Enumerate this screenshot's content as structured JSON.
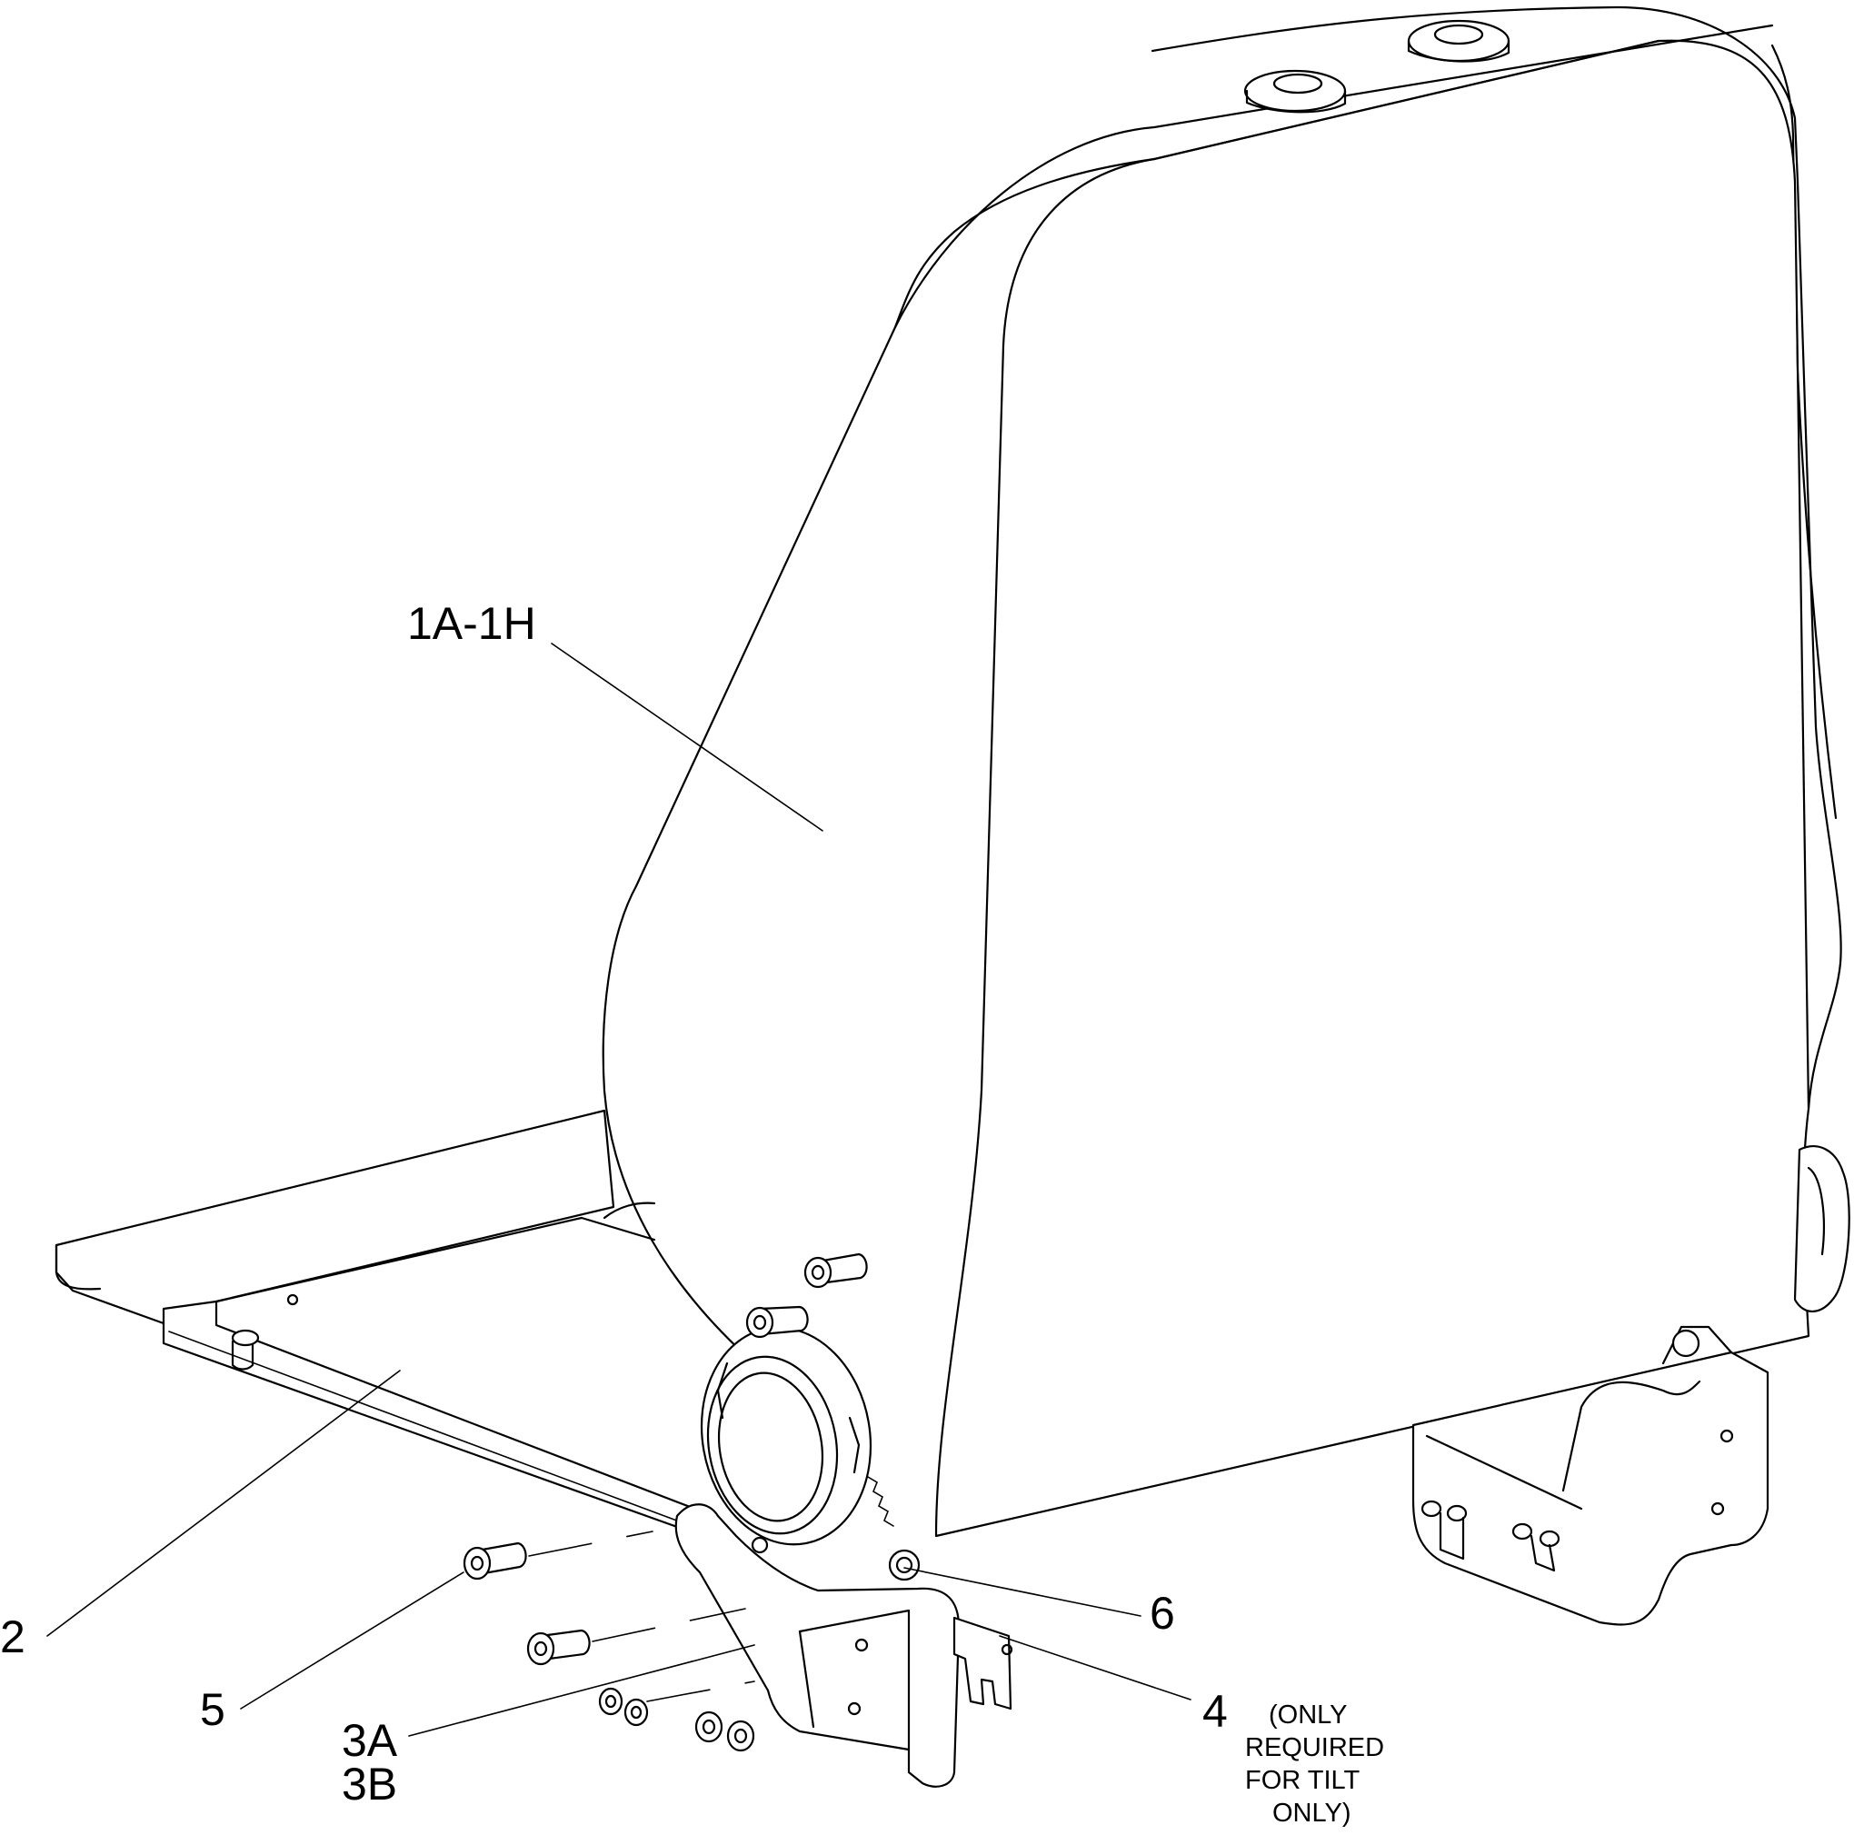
{
  "callouts": {
    "c1": "1A-1H",
    "c2": "2",
    "c3a": "3A",
    "c3b": "3B",
    "c4": "4",
    "c5": "5",
    "c6": "6"
  },
  "note4": {
    "line1": "(ONLY",
    "line2": "REQUIRED",
    "line3": "FOR TILT",
    "line4": "ONLY)"
  },
  "icons": [
    "screw-icon",
    "knob-icon",
    "bracket-icon"
  ]
}
